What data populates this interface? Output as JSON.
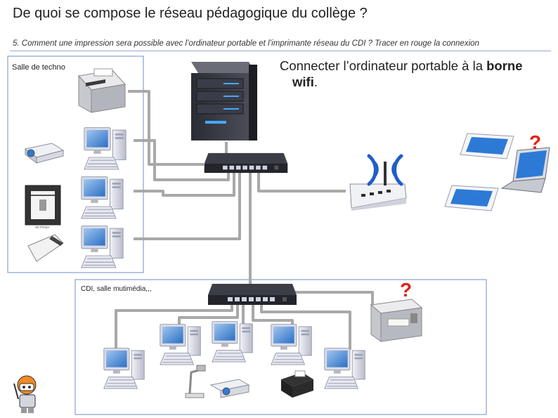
{
  "title": "De quoi se compose le réseau pédagogique du collège ?",
  "question": "5. Comment une impression sera possible avec l’ordinateur portable et l’imprimante réseau du CDI ? Tracer en rouge la connexion",
  "callout": {
    "text_before": "Connecter l’ordinateur portable à la ",
    "bold": "borne",
    "bold2": "wifi",
    "end": "."
  },
  "rooms": {
    "techno_label": "Salle de techno",
    "cdi_label": "CDI, salle mutimédia,,,"
  },
  "marks": {
    "question_mark": "?"
  },
  "printer3d_label": "3D Printer",
  "colors": {
    "cable": "#a8a8a8",
    "room_border": "#6f8cc9",
    "question_mark": "#e0221a",
    "wifi_blue": "#1f5ec9"
  }
}
